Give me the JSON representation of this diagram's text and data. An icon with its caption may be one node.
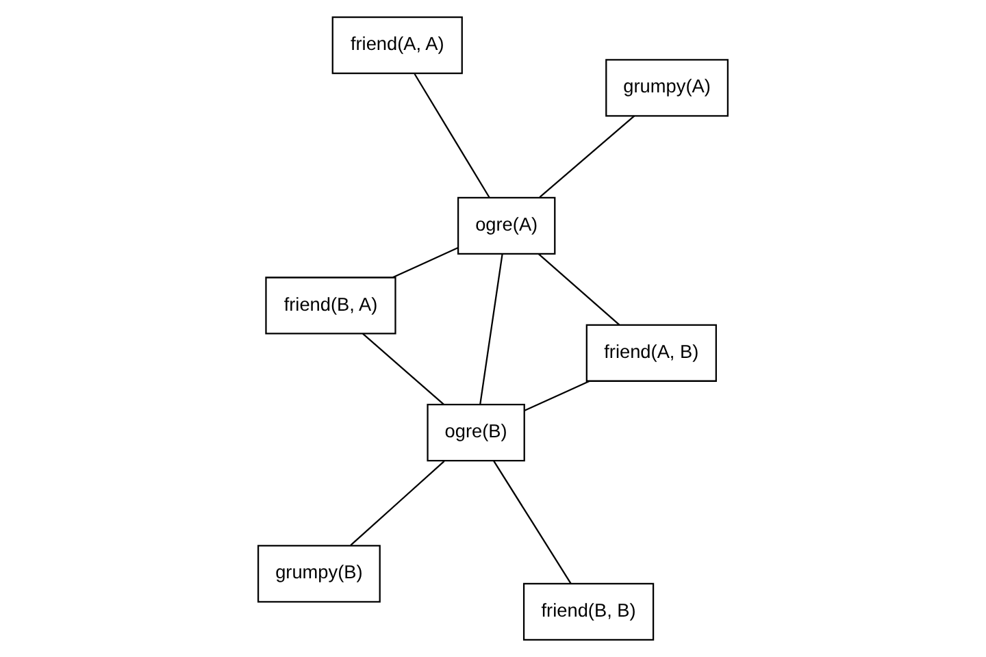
{
  "diagram": {
    "nodes": [
      {
        "text": [
          "friend(A, A)"
        ]
      },
      {
        "text": [
          "grumpy(A)"
        ]
      },
      {
        "text": [
          "ogre(A)"
        ]
      },
      {
        "text": [
          "friend(B, A)"
        ]
      },
      {
        "text": [
          "friend(A, B)"
        ]
      },
      {
        "text": [
          "ogre(B)"
        ]
      },
      {
        "text": [
          "grumpy(B)"
        ]
      },
      {
        "text": [
          "friend(B, B)"
        ]
      }
    ],
    "edges": [
      {
        "from": 2,
        "to": 0,
        "arrow": "none"
      },
      {
        "from": 2,
        "to": 1,
        "arrow": "none"
      },
      {
        "from": 2,
        "to": 3,
        "arrow": "none"
      },
      {
        "from": 2,
        "to": 4,
        "arrow": "none"
      },
      {
        "from": 2,
        "to": 5,
        "arrow": "none"
      },
      {
        "from": 5,
        "to": 3,
        "arrow": "none"
      },
      {
        "from": 5,
        "to": 4,
        "arrow": "none"
      },
      {
        "from": 5,
        "to": 6,
        "arrow": "none"
      },
      {
        "from": 5,
        "to": 7,
        "arrow": "none"
      }
    ]
  }
}
